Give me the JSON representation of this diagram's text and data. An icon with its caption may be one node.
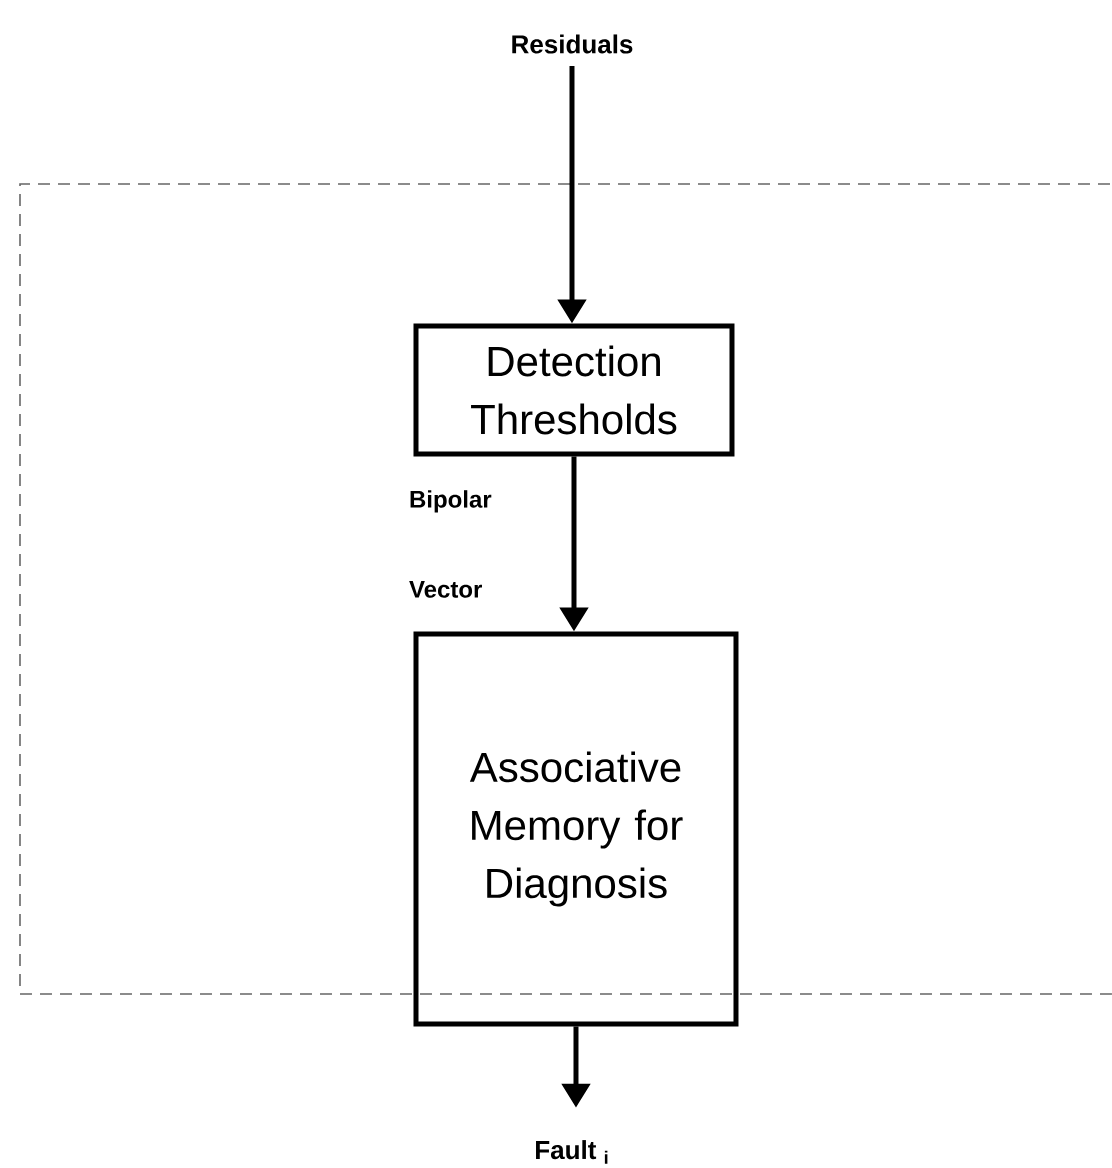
{
  "diagram": {
    "nodes": [
      {
        "text": [],
        "shape": "box"
      },
      {
        "text": [
          "Residuals"
        ]
      },
      {
        "text": [
          "Detection Thresholds"
        ],
        "in": 0
      },
      {
        "text": [
          "Associative Memory for Diagnosis"
        ],
        "in": 0
      },
      {
        "text": [
          "Fault $_{i}$"
        ]
      }
    ],
    "edges": [
      {
        "from": 1,
        "to": 2,
        "arrow": "to"
      },
      {
        "from": 2,
        "to": 3,
        "arrow": "to",
        "label": "Bipolar Vector"
      },
      {
        "from": 3,
        "to": 4,
        "arrow": "to"
      }
    ]
  }
}
